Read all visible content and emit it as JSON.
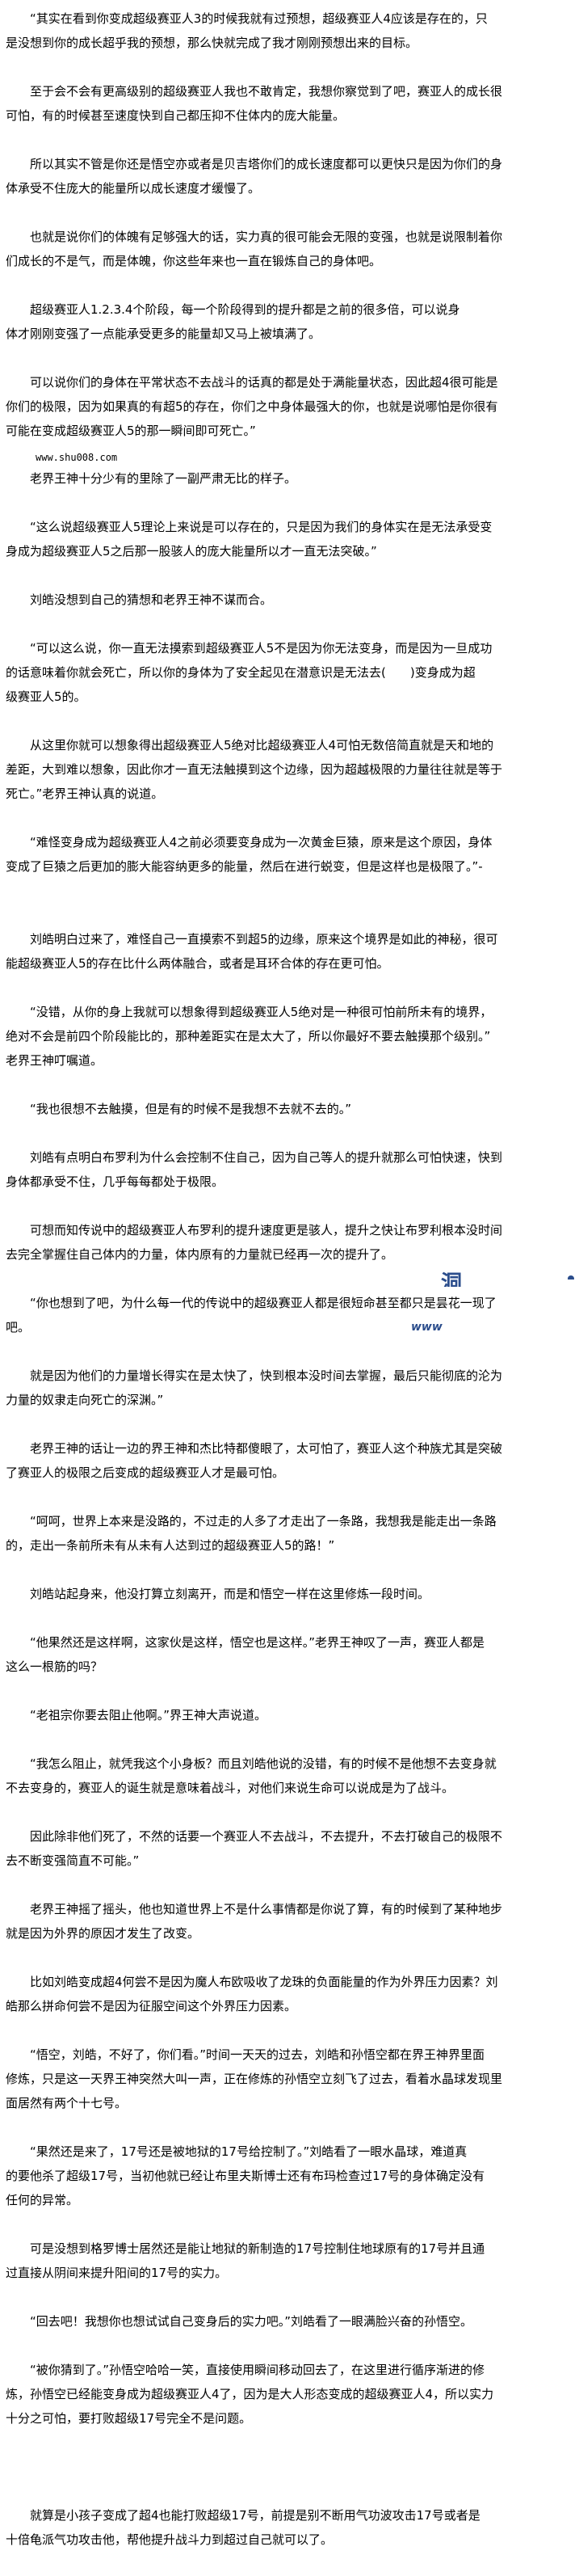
{
  "colors": {
    "text": "#000000",
    "watermark_blue": "#2b4d8c"
  },
  "site_watermark": "www.shu008.com",
  "overlay_marks": {
    "logo_fragment": "洞",
    "www_overlay": "www"
  },
  "paragraphs": [
    {
      "lines": [
        "“其实在看到你变成超级赛亚人3的时候我就有过预想，超级赛亚人4应该是存在的，只",
        "是没想到你的成长超乎我的预想，那么快就完成了我才刚刚预想出来的目标。"
      ]
    },
    {
      "lines": [
        "至于会不会有更高级别的超级赛亚人我也不敢肯定，我想你察觉到了吧，赛亚人的成长很",
        "可怕，有的时候甚至速度快到自己都压抑不住体内的庞大能量。"
      ]
    },
    {
      "lines": [
        "所以其实不管是你还是悟空亦或者是贝吉塔你们的成长速度都可以更快只是因为你们的身",
        "体承受不住庞大的能量所以成长速度才缓慢了。"
      ]
    },
    {
      "lines": [
        "也就是说你们的体魄有足够强大的话，实力真的很可能会无限的变强，也就是说限制着你",
        "们成长的不是气，而是体魄，你这些年来也一直在锻炼自己的身体吧。"
      ]
    },
    {
      "lines": [
        "超级赛亚人1.2.3.4个阶段，每一个阶段得到的提升都是之前的很多倍，可以说身",
        "体才刚刚变强了一点能承受更多的能量却又马上被填满了。"
      ]
    },
    {
      "lines": [
        "可以说你们的身体在平常状态不去战斗的话真的都是处于满能量状态，因此超4很可能是",
        "你们的极限，因为如果真的有超5的存在，你们之中身体最强大的你，也就是说哪怕是你很有",
        "可能在变成超级赛亚人5的那一瞬间即可死亡。”"
      ]
    },
    {
      "lines": [
        "老界王神十分少有的里除了一副严肃无比的样子。"
      ]
    },
    {
      "lines": [
        "“这么说超级赛亚人5理论上来说是可以存在的，只是因为我们的身体实在是无法承受变",
        "身成为超级赛亚人5之后那一股骇人的庞大能量所以才一直无法突破。”"
      ]
    },
    {
      "lines": [
        "刘皓没想到自己的猜想和老界王神不谋而合。"
      ]
    },
    {
      "lines": [
        "“可以这么说，你一直无法摸索到超级赛亚人5不是因为你无法变身，而是因为一旦成功",
        "的话意味着你就会死亡，所以你的身体为了安全起见在潜意识是无法去(　　)变身成为超",
        "级赛亚人5的。"
      ]
    },
    {
      "lines": [
        "从这里你就可以想象得出超级赛亚人5绝对比超级赛亚人4可怕无数倍简直就是天和地的",
        "差距，大到难以想象，因此你才一直无法触摸到这个边缘，因为超越极限的力量往往就是等于",
        "死亡。”老界王神认真的说道。"
      ]
    },
    {
      "lines": [
        "“难怪变身成为超级赛亚人4之前必须要变身成为一次黄金巨猿，原来是这个原因，身体",
        "变成了巨猿之后更加的膨大能容纳更多的能量，然后在进行蜕变，但是这样也是极限了。”-"
      ]
    },
    {
      "lines": [
        "刘皓明白过来了，难怪自己一直摸索不到超5的边缘，原来这个境界是如此的神秘，很可",
        "能超级赛亚人5的存在比什么两体融合，或者是耳环合体的存在更可怕。"
      ]
    },
    {
      "lines": [
        "“没错，从你的身上我就可以想象得到超级赛亚人5绝对是一种很可怕前所未有的境界，",
        "绝对不会是前四个阶段能比的，那种差距实在是太大了，所以你最好不要去触摸那个级别。”",
        "老界王神叮嘱道。"
      ]
    },
    {
      "lines": [
        "“我也很想不去触摸，但是有的时候不是我想不去就不去的。”"
      ]
    },
    {
      "lines": [
        "刘皓有点明白布罗利为什么会控制不住自己，因为自己等人的提升就那么可怕快速，快到",
        "身体都承受不住，几乎每每都处于极限。"
      ]
    },
    {
      "lines": [
        "可想而知传说中的超级赛亚人布罗利的提升速度更是骇人，提升之快让布罗利根本没时间",
        "去完全掌握住自己体内的力量，体内原有的力量就已经再一次的提升了。"
      ]
    },
    {
      "lines": [
        "“你也想到了吧，为什么每一代的传说中的超级赛亚人都是很短命甚至都只是昙花一现了",
        "吧。"
      ]
    },
    {
      "lines": [
        "就是因为他们的力量增长得实在是太快了，快到根本没时间去掌握，最后只能彻底的沦为",
        "力量的奴隶走向死亡的深渊。”"
      ]
    },
    {
      "lines": [
        "老界王神的话让一边的界王神和杰比特都傻眼了，太可怕了，赛亚人这个种族尤其是突破",
        "了赛亚人的极限之后变成的超级赛亚人才是最可怕。"
      ]
    },
    {
      "lines": [
        "“呵呵，世界上本来是没路的，不过走的人多了才走出了一条路，我想我是能走出一条路",
        "的，走出一条前所未有从未有人达到过的超级赛亚人5的路！”"
      ]
    },
    {
      "lines": [
        "刘皓站起身来，他没打算立刻离开，而是和悟空一样在这里修炼一段时间。"
      ]
    },
    {
      "lines": [
        "“他果然还是这样啊，这家伙是这样，悟空也是这样。”老界王神叹了一声，赛亚人都是",
        "这么一根筋的吗？"
      ]
    },
    {
      "lines": [
        "“老祖宗你要去阻止他啊。”界王神大声说道。"
      ]
    },
    {
      "lines": [
        "“我怎么阻止，就凭我这个小身板？而且刘皓他说的没错，有的时候不是他想不去变身就",
        "不去变身的，赛亚人的诞生就是意味着战斗，对他们来说生命可以说成是为了战斗。"
      ]
    },
    {
      "lines": [
        "因此除非他们死了，不然的话要一个赛亚人不去战斗，不去提升，不去打破自己的极限不",
        "去不断变强简直不可能。”"
      ]
    },
    {
      "lines": [
        "老界王神摇了摇头，他也知道世界上不是什么事情都是你说了算，有的时候到了某种地步",
        "就是因为外界的原因才发生了改变。"
      ]
    },
    {
      "lines": [
        "比如刘皓变成超4何尝不是因为魔人布欧吸收了龙珠的负面能量的作为外界压力因素？刘",
        "皓那么拼命何尝不是因为征服空间这个外界压力因素。"
      ]
    },
    {
      "lines": [
        "“悟空，刘皓，不好了，你们看。”时间一天天的过去，刘皓和孙悟空都在界王神界里面",
        "修炼，只是这一天界王神突然大叫一声，正在修炼的孙悟空立刻飞了过去，看着水晶球发现里",
        "面居然有两个十七号。"
      ]
    },
    {
      "lines": [
        "“果然还是来了，17号还是被地狱的17号给控制了。”刘皓看了一眼水晶球，难道真",
        "的要他杀了超级17号，当初他就已经让布里夫斯博士还有布玛检查过17号的身体确定没有",
        "任何的异常。"
      ]
    },
    {
      "lines": [
        "可是没想到格罗博士居然还是能让地狱的新制造的17号控制住地球原有的17号并且通",
        "过直接从阴间来提升阳间的17号的实力。"
      ]
    },
    {
      "lines": [
        "“回去吧！我想你也想试试自己变身后的实力吧。”刘皓看了一眼满脸兴奋的孙悟空。"
      ]
    },
    {
      "lines": [
        "“被你猜到了。”孙悟空哈哈一笑，直接使用瞬间移动回去了，在这里进行循序渐进的修",
        "炼，孙悟空已经能变身成为超级赛亚人4了，因为是大人形态变成的超级赛亚人4，所以实力",
        "十分之可怕，要打败超级17号完全不是问题。"
      ]
    },
    {
      "lines": [
        "就算是小孩子变成了超4也能打败超级17号，前提是别不断用气功波攻击17号或者是",
        "十倍龟派气功攻击他，帮他提升战斗力到超过自己就可以了。"
      ]
    }
  ]
}
